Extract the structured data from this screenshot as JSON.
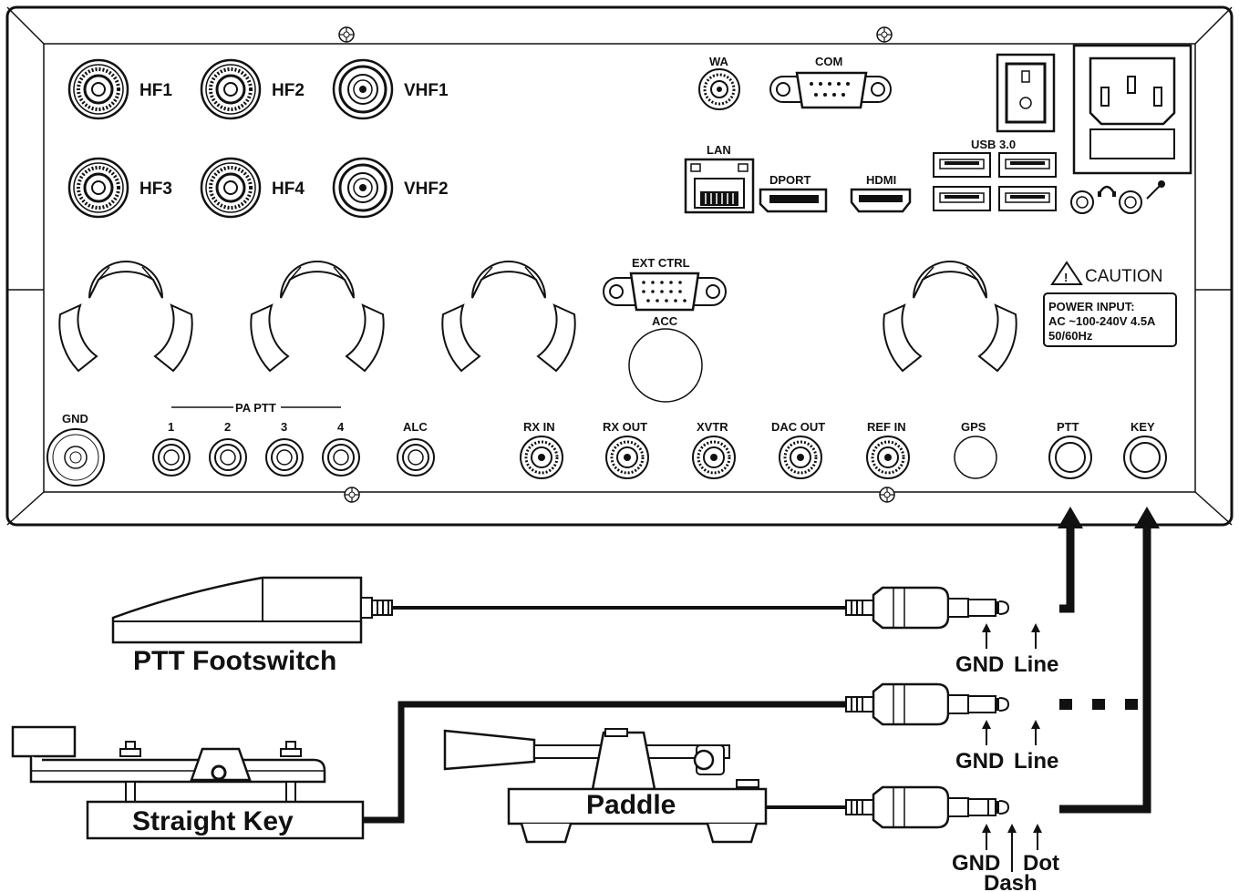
{
  "panel": {
    "antennas": {
      "hf1": "HF1",
      "hf2": "HF2",
      "vhf1": "VHF1",
      "hf3": "HF3",
      "hf4": "HF4",
      "vhf2": "VHF2"
    },
    "wa": "WA",
    "com": "COM",
    "lan": "LAN",
    "dport": "DPORT",
    "hdmi": "HDMI",
    "usb": "USB 3.0",
    "ext_ctrl": "EXT CTRL",
    "acc": "ACC",
    "caution": "CAUTION",
    "power_input": [
      "POWER INPUT:",
      "AC ~100-240V  4.5A",
      "50/60Hz"
    ],
    "gnd": "GND",
    "pa_ptt": "PA PTT",
    "pa_ptt_numbers": [
      "1",
      "2",
      "3",
      "4"
    ],
    "alc": "ALC",
    "jacks": [
      "RX IN",
      "RX OUT",
      "XVTR",
      "DAC OUT",
      "REF IN",
      "GPS",
      "PTT",
      "KEY"
    ]
  },
  "devices": {
    "ptt_footswitch": "PTT Footswitch",
    "straight_key": "Straight Key",
    "paddle": "Paddle"
  },
  "plug_pins": {
    "footswitch": [
      "GND",
      "Line"
    ],
    "straight_key": [
      "GND",
      "Line"
    ],
    "paddle": [
      "GND",
      "Dash",
      "Dot"
    ]
  }
}
